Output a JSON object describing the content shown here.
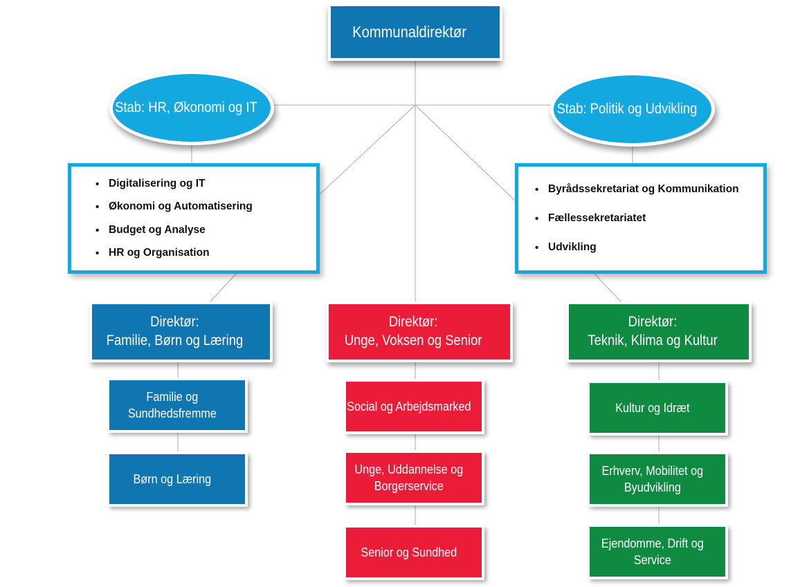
{
  "root": {
    "label": "Kommunaldirektør"
  },
  "stabs": [
    {
      "label": "Stab: HR, Økonomi og IT",
      "items": [
        "Digitalisering og IT",
        "Økonomi og Automatisering",
        "Budget og Analyse",
        "HR og Organisation"
      ]
    },
    {
      "label": "Stab: Politik og Udvikling",
      "items": [
        "Byrådssekretariat og Kommunikation",
        "Fællessekretariatet",
        "Udvikling"
      ]
    }
  ],
  "directors": [
    {
      "title": "Direktør:",
      "area": "Familie, Børn og Læring",
      "units": [
        {
          "lines": [
            "Familie og",
            "Sundhedsfremme"
          ]
        },
        {
          "lines": [
            "Børn og Læring"
          ]
        }
      ]
    },
    {
      "title": "Direktør:",
      "area": "Unge, Voksen og Senior",
      "units": [
        {
          "lines": [
            "Social og Arbejdsmarked"
          ]
        },
        {
          "lines": [
            "Unge, Uddannelse og",
            "Borgerservice"
          ]
        },
        {
          "lines": [
            "Senior og Sundhed"
          ]
        }
      ]
    },
    {
      "title": "Direktør:",
      "area": "Teknik, Klima og Kultur",
      "units": [
        {
          "lines": [
            "Kultur og Idræt"
          ]
        },
        {
          "lines": [
            "Erhverv, Mobilitet og",
            "Byudvikling"
          ]
        },
        {
          "lines": [
            "Ejendomme, Drift og",
            "Service"
          ]
        }
      ]
    }
  ],
  "colors": {
    "primary_blue": "#0F76B2",
    "accent_cyan": "#14A8E1",
    "red": "#EB1C37",
    "green": "#0F8B41",
    "connector_gray": "#ABABAB"
  }
}
